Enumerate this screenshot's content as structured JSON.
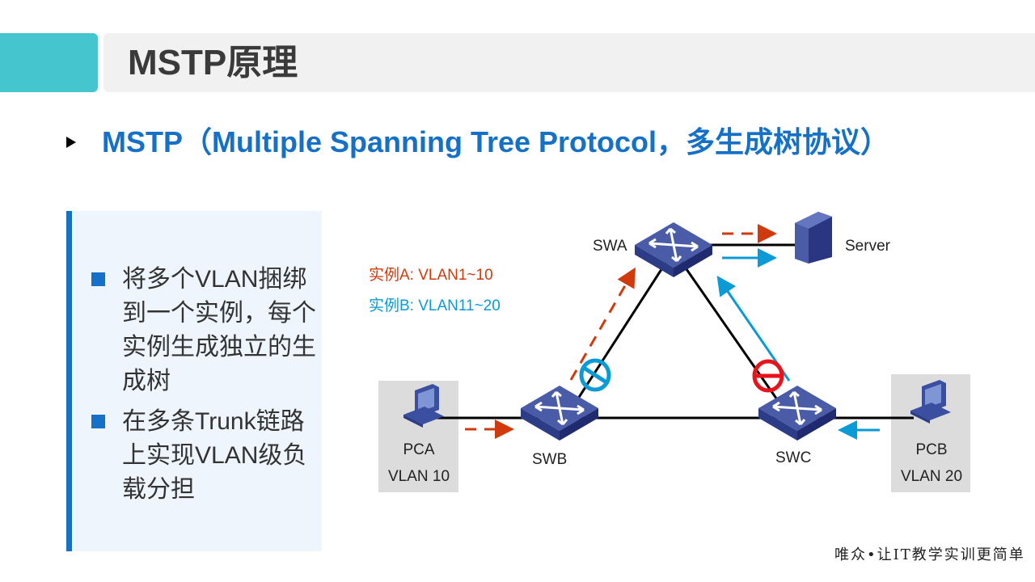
{
  "title": "MSTP原理",
  "subtitle": "MSTP（Multiple Spanning Tree Protocol，多生成树协议）",
  "bullets": [
    "将多个VLAN捆绑到一个实例，每个实例生成独立的生成树",
    "在多条Trunk链路上实现VLAN级负载分担"
  ],
  "diagram": {
    "nodes": {
      "swa": "SWA",
      "swb": "SWB",
      "swc": "SWC",
      "server": "Server",
      "pca": "PCA",
      "pca_vlan": "VLAN 10",
      "pcb": "PCB",
      "pcb_vlan": "VLAN 20"
    },
    "legend": {
      "instance_a": "实例A: VLAN1~10",
      "instance_b": "实例B: VLAN11~20"
    },
    "colors": {
      "instance_a": "#d03a0c",
      "instance_b": "#0a9ad6",
      "blocked_a": "#e8141c",
      "blocked_b": "#0a9ad6",
      "device": "#3b4fa0"
    }
  },
  "footer": "唯众•让IT教学实训更简单",
  "colors": {
    "accent": "#45c6cf",
    "brand": "#1570c8"
  }
}
